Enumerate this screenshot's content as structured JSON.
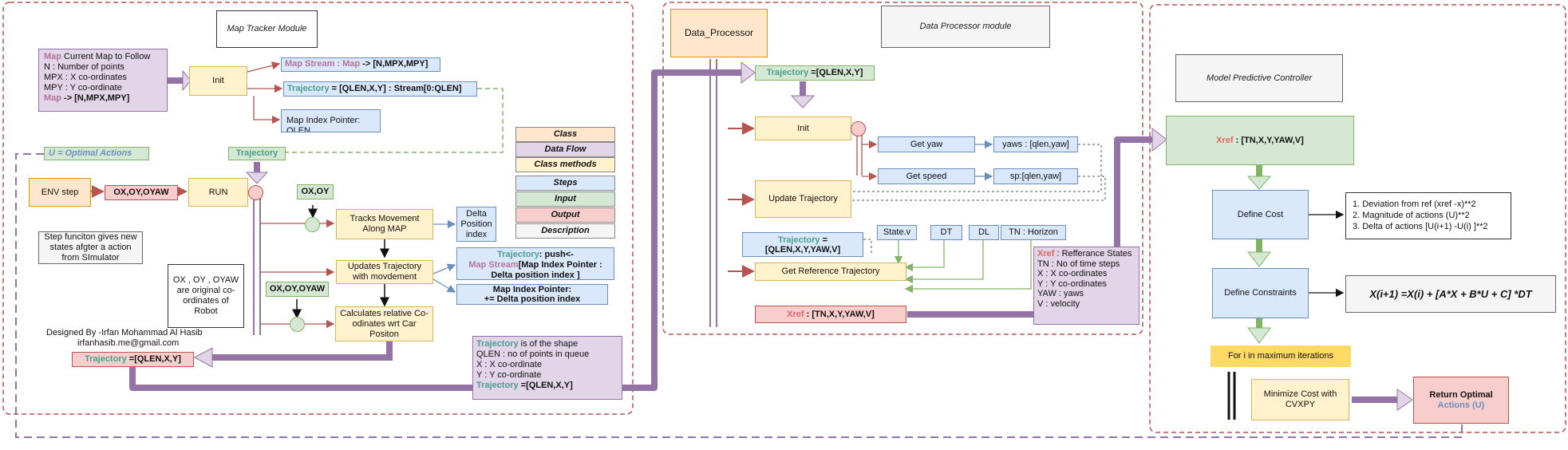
{
  "map_tracker": {
    "title": "Map Tracker Module",
    "map_key": "Map",
    "map_desc_1": " Current Map to Follow",
    "map_desc_2": "N : Number of points",
    "map_desc_3": "MPX : X co-ordinates",
    "map_desc_4": "MPY : Y co-ordinate",
    "map_shape": " -> [N,MPX,MPY]",
    "init": "Init",
    "stream_key": "Map Stream : Map",
    "stream_val": " -> [N,MPX,MPY]",
    "traj_key": "Trajectory",
    "traj_val": " = [QLEN,X,Y] : Stream[0:QLEN]",
    "index_pointer": "Map Index Pointer: QLEN",
    "u_label": "U = Optimal Actions",
    "trajectory_tag": "Trajectory",
    "env_step": "ENV step",
    "ox_oy_oyaw": "OX,OY,OYAW",
    "run": "RUN",
    "ox_oy": "OX,OY",
    "ox_oy_oyaw_2": "OX,OY,OYAW",
    "tracks": "Tracks Movement Along MAP",
    "delta_index": "Delta Position index",
    "updates": "Updates Trajectory with movdement",
    "calculates": "Calculates relative Co-odinates wrt Car Positon",
    "push_key": "Trajectory",
    "push_val": ": push<-",
    "push_stream_key": "Map Stream",
    "push_stream_val": "[Map Index Pointer :",
    "push_line3": "Delta position index ]",
    "pointer_update_1": "Map Index Pointer:",
    "pointer_update_2": "+= Delta position index",
    "step_desc": "Step funciton gives new states afgter a action from SImulator",
    "ox_desc": "OX , OY , OYAW are original co-ordinates of Robot",
    "designer_1": "Designed By -Irfan Mohammad Al Hasib",
    "designer_2": "irfanhasib.me@gmail.com",
    "traj_out_key": "Trajectory",
    "traj_out_val": " =[QLEN,X,Y]",
    "shape_key": "Trajectory",
    "shape_1": " is of the shape",
    "shape_2": "QLEN : no of points in queue",
    "shape_3": "X : X co-ordinate",
    "shape_4": "Y : Y co-ordinate",
    "shape_key_2": "Trajectory",
    "shape_5": " =[QLEN,X,Y]"
  },
  "legend": {
    "class": "Class",
    "data_flow": "Data Flow",
    "class_methods": "Class methods",
    "steps": "Steps",
    "input": "Input",
    "output": "Output",
    "description": "Description"
  },
  "data_processor": {
    "title": "Data Processor module",
    "class_name": "Data_Processor",
    "traj_key": "Trajectory",
    "traj_val": " =[QLEN,X,Y]",
    "init": "Init",
    "get_yaw": "Get yaw",
    "yaws": "yaws : [qlen,yaw]",
    "get_speed": "Get speed",
    "sp": "sp:[qlen,yaw]",
    "update_traj": "Update Trajectory",
    "traj_in_key": "Trajectory",
    "traj_in_val": " =",
    "traj_in_line2": "[QLEN,X,Y,YAW,V]",
    "state_v": "State.v",
    "dt": "DT",
    "dl": "DL",
    "tn": "TN : Horizon",
    "get_ref": "Get Reference Trajectory",
    "xref_key": "Xref",
    "xref_val": " : [TN,X,Y,YAW,V]",
    "ref_key": "Xref",
    "ref_1": " : Refferance States",
    "ref_2": "TN : No of time steps",
    "ref_3": "X : X co-ordinates",
    "ref_4": "Y : Y co-ordinates",
    "ref_5": "YAW : yaws",
    "ref_6": "V : velocity"
  },
  "mpc": {
    "title": "Model Predictive Controller",
    "xref_key": "Xref",
    "xref_val": " : [TN,X,Y,YAW,V]",
    "define_cost": "Define Cost",
    "cost_1": "1. Deviation from ref (xref -x)**2",
    "cost_2": "2. Magnitude of actions (U)**2",
    "cost_3": "3. Delta of actions [U(i+1) -U(i) ]**2",
    "define_constraints": "Define  Constraints",
    "equation": "X(i+1) =X(i) + [A*X + B*U + C] *DT",
    "loop": "For i in maximum iterations",
    "minimize": "Minimize Cost with CVXPY",
    "return_1": "Return Optimal",
    "return_2": "Actions (U)"
  }
}
